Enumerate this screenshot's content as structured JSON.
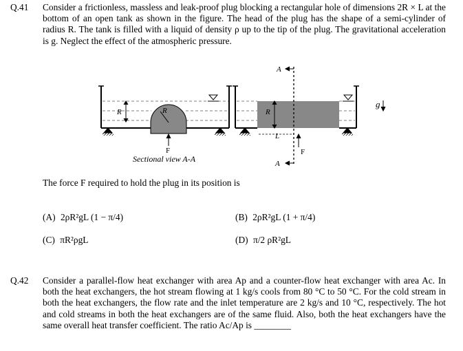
{
  "q41": {
    "number": "Q.41",
    "text": "Consider a frictionless, massless and leak-proof plug blocking a rectangular hole of dimensions 2R × L at the bottom of an open tank as shown in the figure. The head of the plug has the shape of a semi-cylinder of radius R. The tank is filled with a liquid of density ρ up to the tip of the plug. The gravitational acceleration is g. Neglect the effect of the atmospheric pressure.",
    "figure": {
      "caption": "Sectional view A-A",
      "labels": {
        "R1": "R",
        "R2": "R",
        "R3": "R",
        "L": "L",
        "F1": "F",
        "F2": "F",
        "A_top": "A",
        "A_bot": "A",
        "g": "g"
      }
    },
    "question": "The force F required to hold the plug in its position is",
    "options": {
      "A": {
        "label": "(A)",
        "expr": "2ρR²gL (1 − π/4)"
      },
      "B": {
        "label": "(B)",
        "expr": "2ρR²gL (1 + π/4)"
      },
      "C": {
        "label": "(C)",
        "expr": "πR²ρgL"
      },
      "D": {
        "label": "(D)",
        "expr": "π/2 ρR²gL"
      }
    }
  },
  "q42": {
    "number": "Q.42",
    "text": "Consider a parallel-flow heat exchanger with area Ap and a counter-flow heat exchanger with area Ac. In both the heat exchangers, the hot stream flowing at 1 kg/s cools from 80 °C to 50 °C. For the cold stream in both the heat exchangers, the flow rate and the inlet temperature are 2 kg/s and 10 °C, respectively. The hot and cold streams in both the heat exchangers are of the same fluid. Also, both the heat exchangers have the same overall heat transfer coefficient. The ratio Ac/Ap is ________"
  }
}
